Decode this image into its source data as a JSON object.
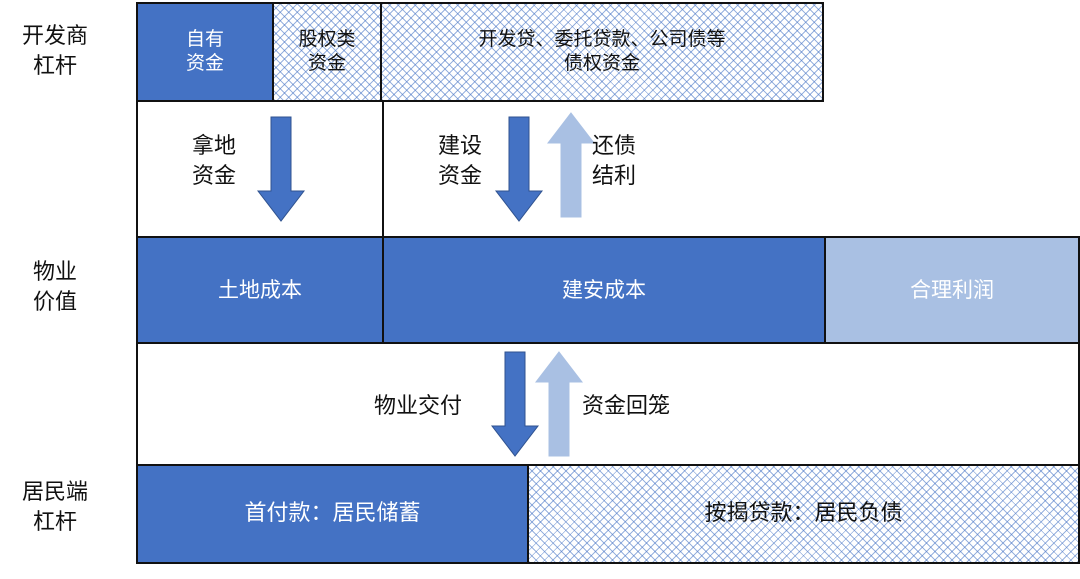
{
  "row_labels": {
    "developer": [
      "开发商",
      "杠杆"
    ],
    "property": [
      "物业",
      "价值"
    ],
    "resident": [
      "居民端",
      "杠杆"
    ]
  },
  "developer_row": {
    "own_funds": [
      "自有",
      "资金"
    ],
    "equity_funds": [
      "股权类",
      "资金"
    ],
    "debt_funds": [
      "开发贷、委托贷款、公司债等",
      "债权资金"
    ]
  },
  "flows_top": {
    "land_funds": [
      "拿地",
      "资金"
    ],
    "build_funds": [
      "建设",
      "资金"
    ],
    "repay": [
      "还债",
      "结利"
    ]
  },
  "property_row": {
    "land_cost": "土地成本",
    "construction_cost": "建安成本",
    "profit": "合理利润"
  },
  "flows_bottom": {
    "delivery": "物业交付",
    "payback": "资金回笼"
  },
  "resident_row": {
    "down_payment": "首付款：居民储蓄",
    "mortgage": "按揭贷款：居民负债"
  },
  "colors": {
    "solid_blue": "#4472c4",
    "light_blue": "#a9c0e3",
    "border": "#111111"
  }
}
